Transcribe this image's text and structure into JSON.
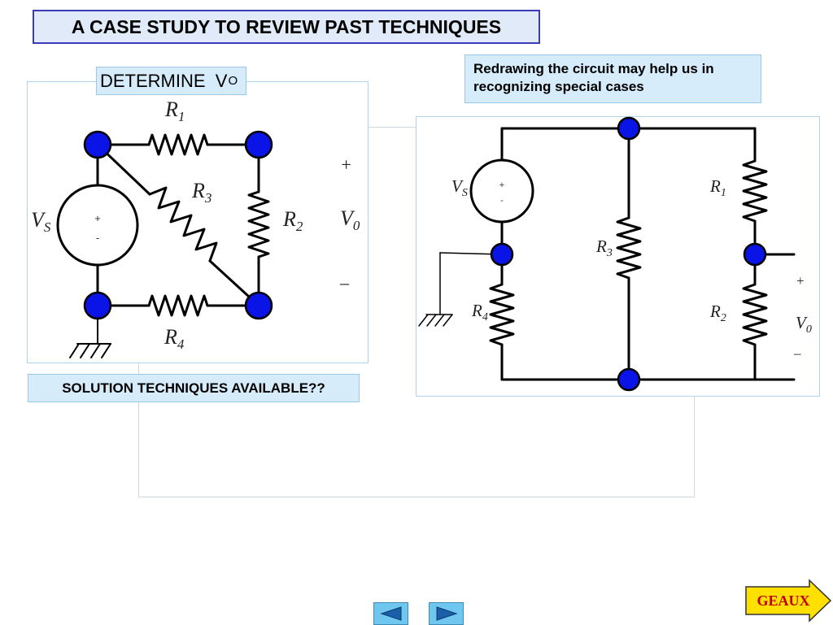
{
  "slide": {
    "title": "A CASE STUDY TO REVIEW PAST TECHNIQUES",
    "determine_label": "DETERMINE  V",
    "determine_sub": "O",
    "note": "Redrawing the circuit may help us in recognizing special cases",
    "solution_label": "SOLUTION TECHNIQUES AVAILABLE??"
  },
  "left_circuit": {
    "r1": "R",
    "r1_sub": "1",
    "r2": "R",
    "r2_sub": "2",
    "r3": "R",
    "r3_sub": "3",
    "r4": "R",
    "r4_sub": "4",
    "vs": "V",
    "vs_sub": "S",
    "v0": "V",
    "v0_sub": "0",
    "plus": "+",
    "minus": "–",
    "src_plus": "+",
    "src_minus": "-"
  },
  "right_circuit": {
    "r1": "R",
    "r1_sub": "1",
    "r2": "R",
    "r2_sub": "2",
    "r3": "R",
    "r3_sub": "3",
    "r4": "R",
    "r4_sub": "4",
    "vs": "V",
    "vs_sub": "S",
    "v0": "V",
    "v0_sub": "0",
    "plus": "+",
    "minus": "–",
    "src_plus": "+",
    "src_minus": "-"
  },
  "nav": {
    "geaux_label": "GEAUX",
    "prev_icon": "triangle-left-icon",
    "next_icon": "triangle-right-icon"
  },
  "colors": {
    "node": "#0a14e6",
    "title_border": "#3b3bb5",
    "label_bg": "#d7ecfb",
    "geaux_fill": "#ffe000",
    "geaux_text": "#c00000"
  }
}
